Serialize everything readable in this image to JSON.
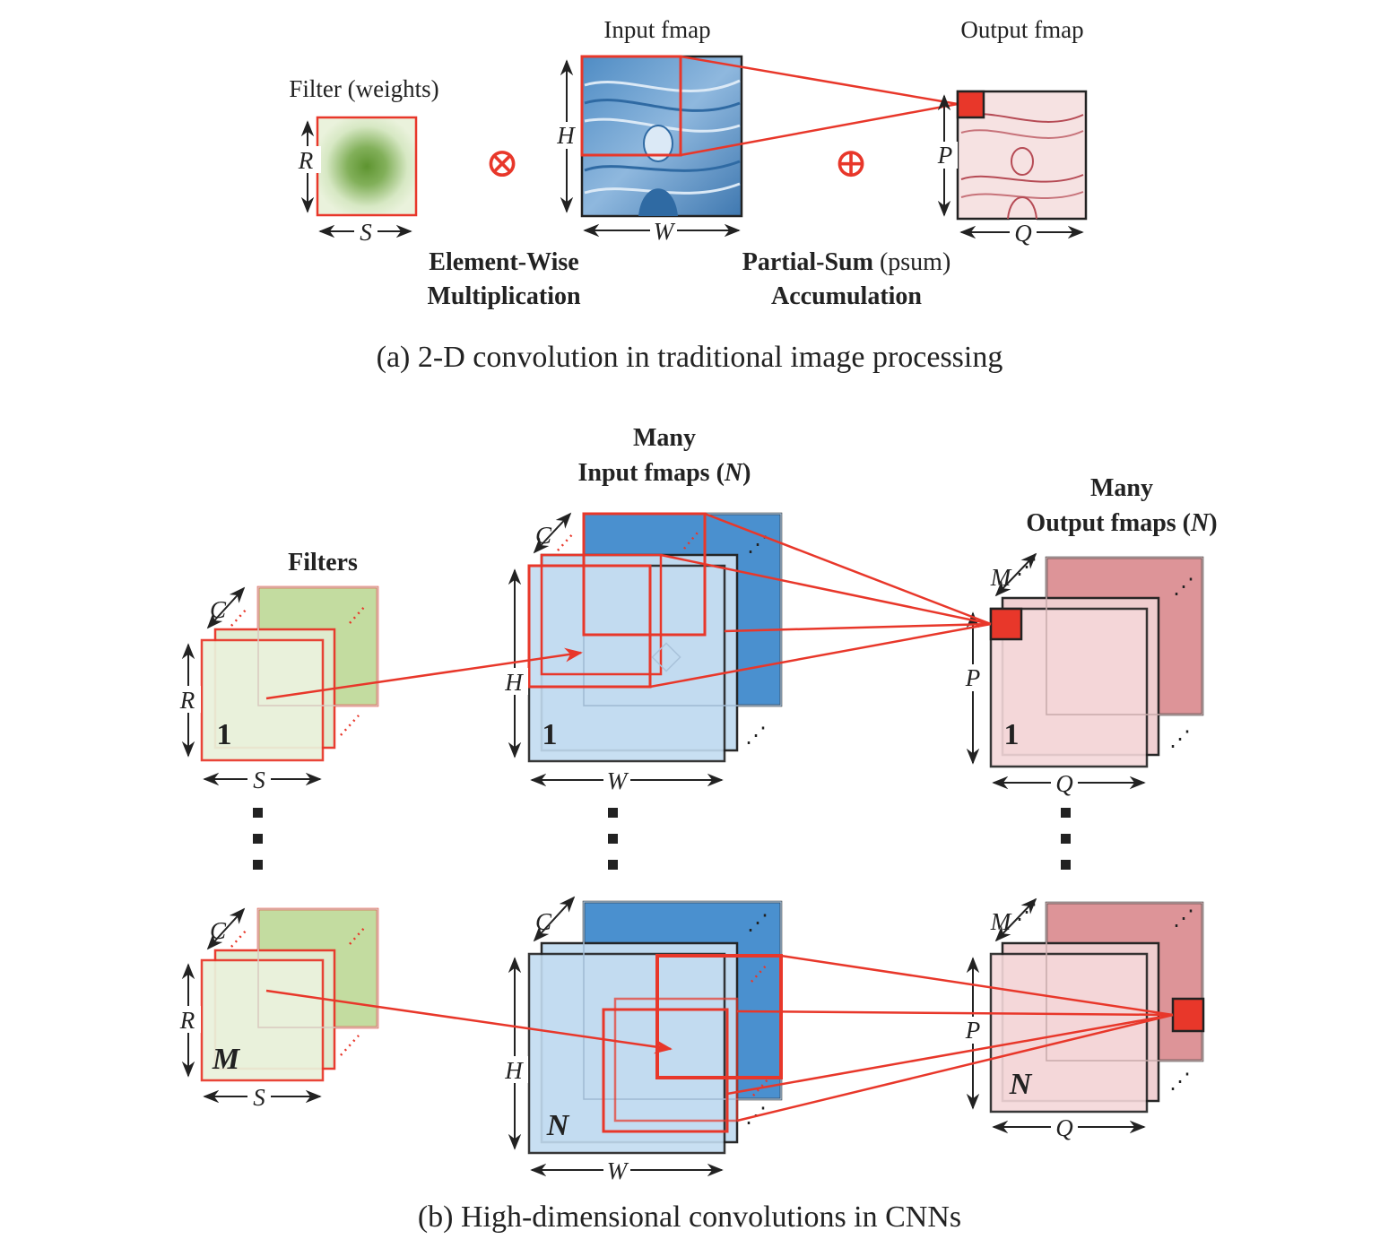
{
  "part_a": {
    "filter_label": "Filter (weights)",
    "input_label": "Input fmap",
    "output_label": "Output fmap",
    "dim_r": "R",
    "dim_s": "S",
    "dim_h": "H",
    "dim_w": "W",
    "dim_p": "P",
    "dim_q": "Q",
    "mult_symbol": "⊗",
    "sum_symbol": "⊕",
    "mult_line1": "Element-Wise",
    "mult_line2": "Multiplication",
    "psum_line1_bold": "Partial-Sum",
    "psum_line1_normal": " (psum)",
    "psum_line2": "Accumulation",
    "caption": "(a) 2-D convolution in traditional image processing"
  },
  "part_b": {
    "filters_label": "Filters",
    "input_title_line1": "Many",
    "input_title_line2": "Input fmaps (",
    "input_title_n": "N",
    "input_title_close": ")",
    "output_title_line1": "Many",
    "output_title_line2": "Output fmaps (",
    "output_title_n": "N",
    "output_title_close": ")",
    "dim_c": "C",
    "dim_m": "M",
    "dim_r": "R",
    "dim_s": "S",
    "dim_h": "H",
    "dim_w": "W",
    "dim_p": "P",
    "dim_q": "Q",
    "index_1": "1",
    "index_m": "M",
    "index_n": "N",
    "ellipsis": "⋰",
    "caption": "(b) High-dimensional convolutions in CNNs"
  },
  "colors": {
    "red": "#e8372a",
    "filter_green_light": "#eaf2dc",
    "filter_green_dark": "#c3dca0",
    "input_blue_light": "#c3dcf1",
    "input_blue_dark": "#4a90cf",
    "output_pink_light": "#f5d8da",
    "output_pink_dark": "#dd9498"
  }
}
